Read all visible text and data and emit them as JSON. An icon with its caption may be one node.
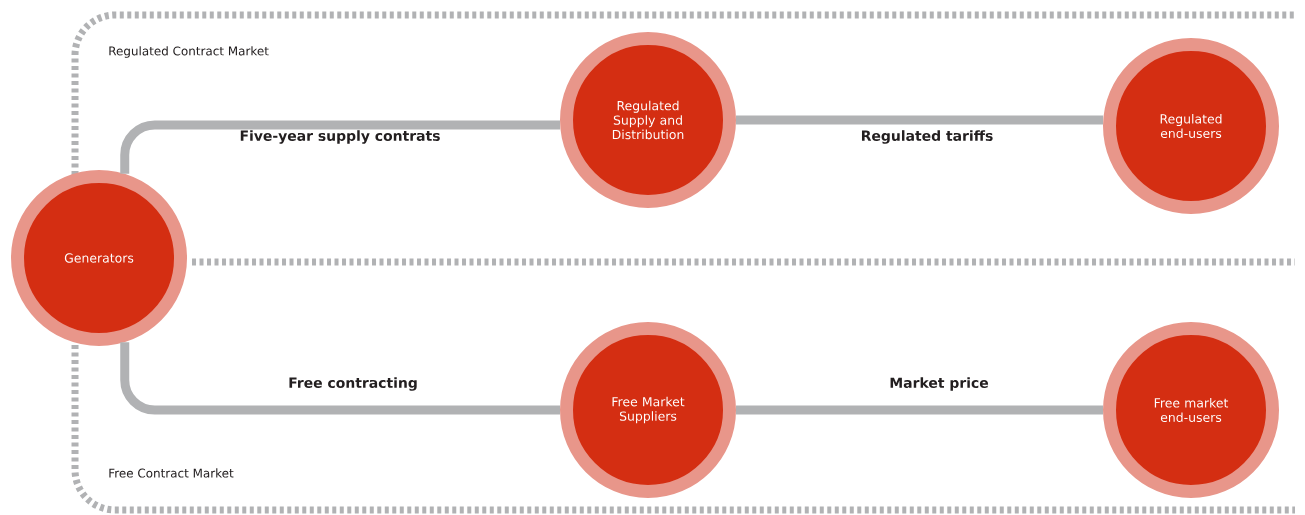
{
  "diagram": {
    "nodes": [
      {
        "text": [
          "Generators"
        ]
      },
      {
        "text": [
          "Regulated Supply and Distribution"
        ]
      },
      {
        "text": [
          "Regulated end-users"
        ]
      },
      {
        "text": [
          "Free Market Suppliers"
        ]
      },
      {
        "text": [
          "Free market end-users"
        ]
      }
    ],
    "edges": [
      {
        "from": 0,
        "to": 1,
        "arrow": "none",
        "label": "Five-year supply contrats"
      },
      {
        "from": 1,
        "to": 2,
        "arrow": "none",
        "label": "Regulated tariffs"
      },
      {
        "from": 0,
        "to": 3,
        "arrow": "none",
        "label": "Free contracting"
      },
      {
        "from": 3,
        "to": 4,
        "arrow": "none",
        "label": "Market price"
      }
    ],
    "labels": [
      "Regulated Contract Market",
      "Free Contract Market"
    ]
  }
}
